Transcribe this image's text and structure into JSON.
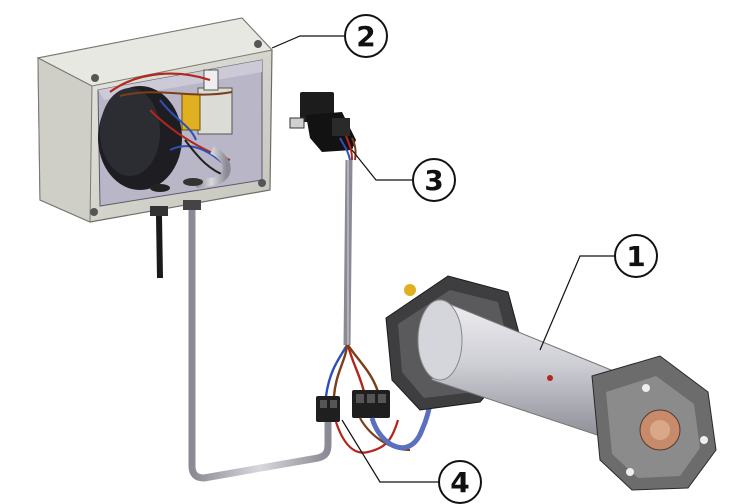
{
  "callouts": [
    {
      "id": "1",
      "label": "1",
      "target": "tubular-motor"
    },
    {
      "id": "2",
      "label": "2",
      "target": "junction-box"
    },
    {
      "id": "3",
      "label": "3",
      "target": "switch"
    },
    {
      "id": "4",
      "label": "4",
      "target": "connectors"
    }
  ],
  "colors": {
    "box_body": "#dcdcd4",
    "box_inner": "#b9b6c7",
    "motor_tube": "#cfcfd6",
    "motor_head": "#4a4a4a",
    "cable": "#a9a9b3",
    "wire_red": "#b3261e",
    "wire_blue": "#2f4fb8",
    "wire_brown": "#7a3e18",
    "connector": "#1f1f1f",
    "terminal_yellow": "#e0b020"
  }
}
